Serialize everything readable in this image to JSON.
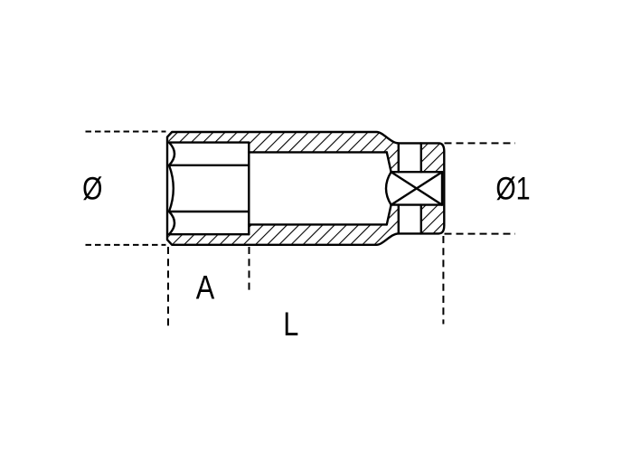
{
  "drawing": {
    "type": "technical-section-drawing",
    "subject": "deep socket cross-section side view with dimension lines",
    "labels": {
      "front_diameter": "Ø",
      "rear_diameter": "Ø1",
      "hex_recess_depth": "A",
      "total_length": "L"
    },
    "colors": {
      "line": "#000000",
      "background": "#ffffff"
    }
  }
}
